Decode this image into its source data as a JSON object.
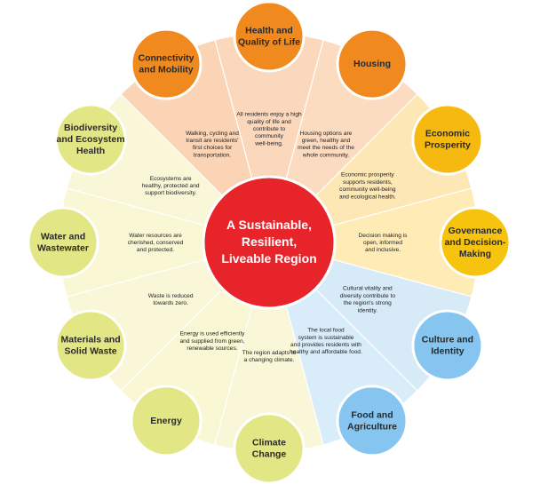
{
  "center": {
    "lines": [
      "A Sustainable,",
      "Resilient,",
      "Liveable Region"
    ],
    "color": "#e8242b"
  },
  "nodes": [
    {
      "id": "health-and-quality-of-life",
      "title": [
        "Health and",
        "Quality of Life"
      ],
      "desc": [
        "All residents enjoy a high",
        "quality of life and",
        "contribute to",
        "community",
        "well-being."
      ],
      "circle_color": "#f0891e",
      "wedge_color": "#fbd7bb"
    },
    {
      "id": "housing",
      "title": [
        "Housing"
      ],
      "desc": [
        "Housing options are",
        "green, healthy and",
        "meet the needs of the",
        "whole community."
      ],
      "circle_color": "#f0891e",
      "wedge_color": "#fcdcc0"
    },
    {
      "id": "economic-prosperity",
      "title": [
        "Economic",
        "Prosperity"
      ],
      "desc": [
        "Economic prosperity",
        "supports residents,",
        "community well-being",
        "and ecological health."
      ],
      "circle_color": "#f6b90f",
      "wedge_color": "#fde7b4"
    },
    {
      "id": "governance-and-decision-making",
      "title": [
        "Governance",
        "and Decision-",
        "Making"
      ],
      "desc": [
        "Decision making is",
        "open, informed",
        "and inclusive."
      ],
      "circle_color": "#f6c30f",
      "wedge_color": "#feebb6"
    },
    {
      "id": "culture-and-identity",
      "title": [
        "Culture and",
        "Identity"
      ],
      "desc": [
        "Cultural vitality and",
        "diversity contribute to",
        "the region's strong",
        "identity."
      ],
      "circle_color": "#85c5ef",
      "wedge_color": "#d6eaf8"
    },
    {
      "id": "food-and-agriculture",
      "title": [
        "Food and",
        "Agriculture"
      ],
      "desc": [
        "The local food",
        "system is sustainable",
        "and provides residents with",
        "healthy and affordable food."
      ],
      "circle_color": "#85c5ef",
      "wedge_color": "#d9ecf9"
    },
    {
      "id": "climate-change",
      "title": [
        "Climate",
        "Change"
      ],
      "desc": [
        "The region adapts to",
        "a changing climate."
      ],
      "circle_color": "#e3e685",
      "wedge_color": "#f9f7d8"
    },
    {
      "id": "energy",
      "title": [
        "Energy"
      ],
      "desc": [
        "Energy is used efficiently",
        "and supplied from green,",
        "renewable sources."
      ],
      "circle_color": "#e3e685",
      "wedge_color": "#faf7d4"
    },
    {
      "id": "materials-and-solid-waste",
      "title": [
        "Materials and",
        "Solid Waste"
      ],
      "desc": [
        "Waste is reduced",
        "towards zero."
      ],
      "circle_color": "#e3e685",
      "wedge_color": "#f9f7d8"
    },
    {
      "id": "water-and-wastewater",
      "title": [
        "Water and",
        "Wastewater"
      ],
      "desc": [
        "Water resources are",
        "cherished, conserved",
        "and protected."
      ],
      "circle_color": "#e3e685",
      "wedge_color": "#faf7d4"
    },
    {
      "id": "biodiversity-and-ecosystem-health",
      "title": [
        "Biodiversity",
        "and Ecosystem",
        "Health"
      ],
      "desc": [
        "Ecosystems are",
        "healthy, protected and",
        "support biodiversity."
      ],
      "circle_color": "#e3e685",
      "wedge_color": "#f9f7d8"
    },
    {
      "id": "connectivity-and-mobility",
      "title": [
        "Connectivity",
        "and Mobility"
      ],
      "desc": [
        "Walking, cycling and",
        "transit are residents'",
        "first choices for",
        "transportation."
      ],
      "circle_color": "#f0891e",
      "wedge_color": "#fbd4b5"
    }
  ]
}
